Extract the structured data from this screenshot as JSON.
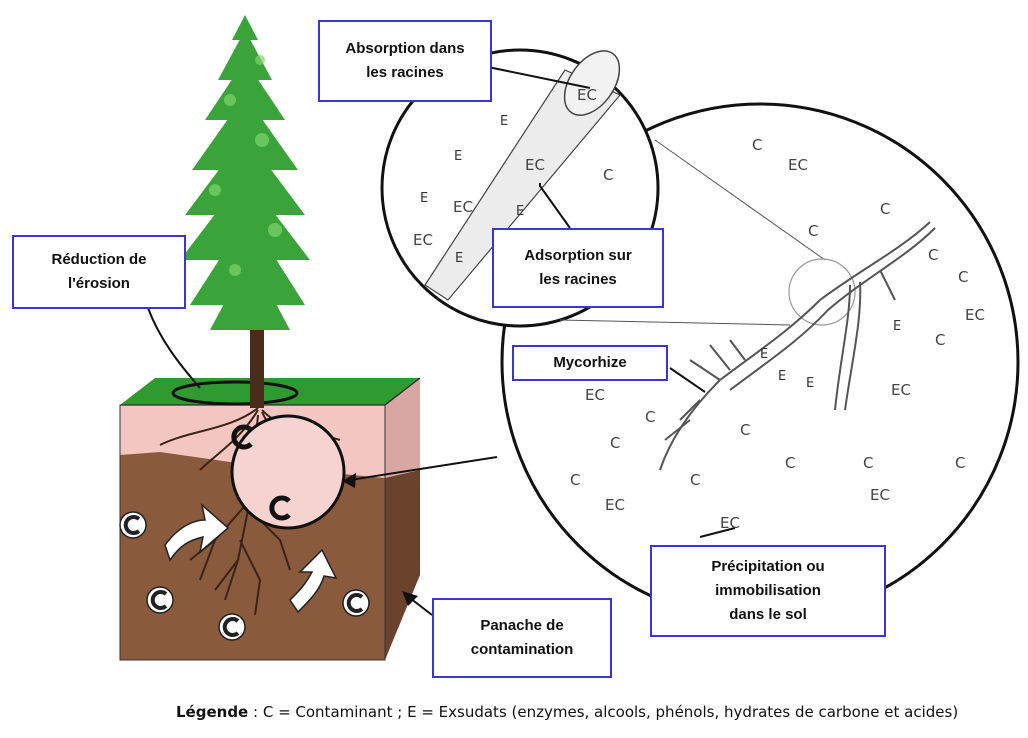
{
  "labels": {
    "absorption": [
      "Absorption dans",
      "les racines"
    ],
    "reduction": [
      "Réduction de",
      "l'érosion"
    ],
    "adsorption": [
      "Adsorption sur",
      "les racines"
    ],
    "mycorhize": [
      "Mycorhize"
    ],
    "precipitation": [
      "Précipitation ou",
      "immobilisation",
      "dans le sol"
    ],
    "panache": [
      "Panache de",
      "contamination"
    ]
  },
  "markers": {
    "c": "C",
    "ec": "EC",
    "e": "E"
  },
  "legend": {
    "title": "Légende",
    "text": " : C = Contaminant ; E = Exsudats (enzymes, alcools, phénols, hydrates de carbone et acides)"
  },
  "colors": {
    "label_border": "#3b35d6",
    "tree_foliage": "#3aa43a",
    "grass": "#2f9a2f",
    "pink_soil": "#f3c6c2",
    "brown_soil": "#8a5a3c"
  }
}
